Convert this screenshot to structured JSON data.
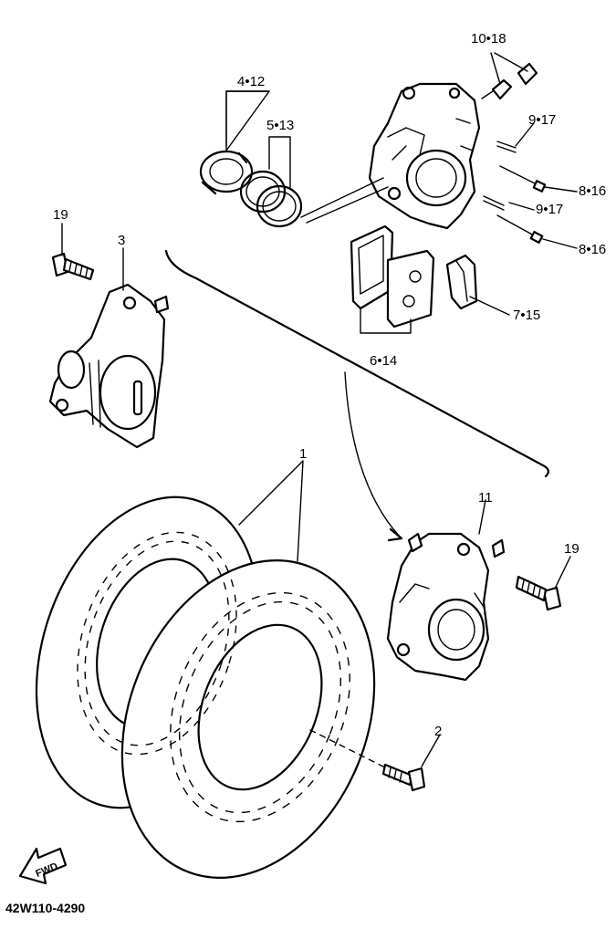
{
  "labels": {
    "l_10_18": "10•18",
    "l_4_12": "4•12",
    "l_5_13": "5•13",
    "l_9_17a": "9•17",
    "l_8_16a": "8•16",
    "l_9_17b": "9•17",
    "l_8_16b": "8•16",
    "l_19a": "19",
    "l_3": "3",
    "l_7_15": "7•15",
    "l_6_14": "6•14",
    "l_1": "1",
    "l_11": "11",
    "l_19b": "19",
    "l_2": "2"
  },
  "fwd_label": "FWD",
  "diagram_code": "42W110-4290"
}
